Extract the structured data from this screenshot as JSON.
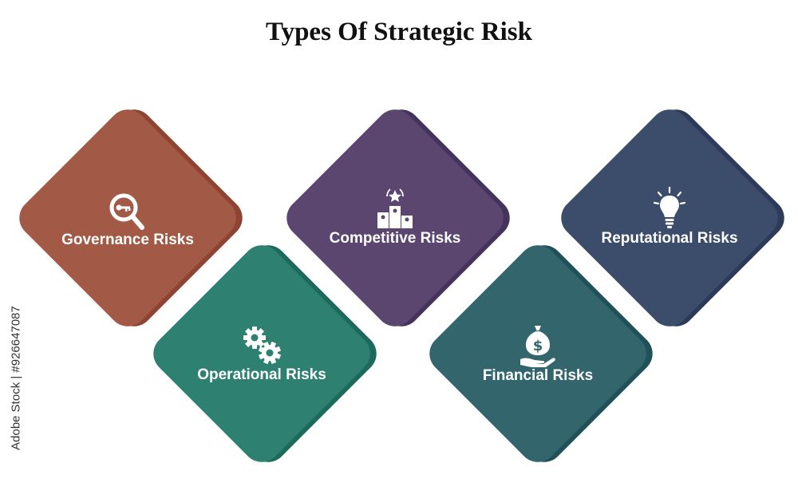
{
  "title": "Types Of Strategic Risk",
  "items": [
    {
      "label": "Governance Risks",
      "icon": "magnifier-key-icon",
      "color": "#a25a47",
      "shadow": "#8f4433"
    },
    {
      "label": "Competitive Risks",
      "icon": "podium-star-icon",
      "color": "#5a466f",
      "shadow": "#44335a"
    },
    {
      "label": "Reputational Risks",
      "icon": "lightbulb-icon",
      "color": "#3b4d6b",
      "shadow": "#2c3b58"
    },
    {
      "label": "Operational Risks",
      "icon": "gears-icon",
      "color": "#2e8071",
      "shadow": "#1d6a5c"
    },
    {
      "label": "Financial Risks",
      "icon": "money-bag-hand-icon",
      "color": "#33656d",
      "shadow": "#205058"
    }
  ],
  "watermark": "Adobe Stock | #926647087"
}
